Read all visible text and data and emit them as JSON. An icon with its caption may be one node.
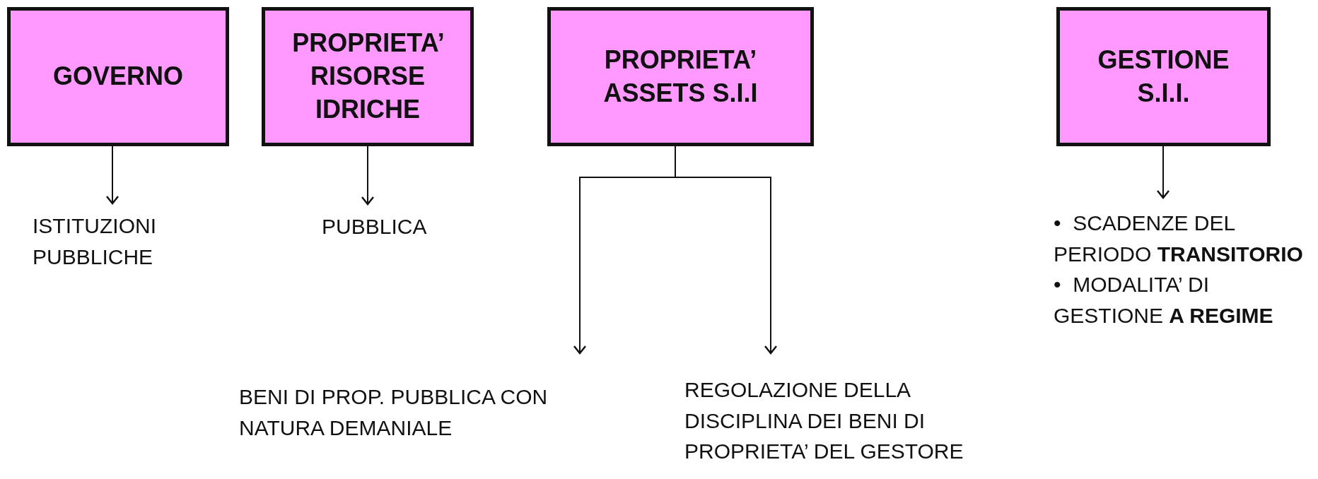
{
  "diagram": {
    "nodes": [
      {
        "text": [
          "GOVERNO"
        ]
      },
      {
        "text": [
          "PROPRIETA’ RISORSE IDRICHE"
        ]
      },
      {
        "text": [
          "PROPRIETA’ ASSETS S.I.I"
        ]
      },
      {
        "text": [
          "GESTIONE S.I.I."
        ]
      },
      {
        "text": [
          "ISTITUZIONI PUBBLICHE"
        ]
      },
      {
        "text": [
          "PUBBLICA"
        ]
      },
      {
        "text": [
          "BENI DI PROP. PUBBLICA CON NATURA DEMANIALE"
        ]
      },
      {
        "text": [
          "REGOLAZIONE DELLA DISCIPLINA DEI BENI DI PROPRIETA’ DEL GESTORE"
        ]
      },
      {
        "text": [
          "•  SCADENZE DEL PERIODO **TRANSITORIO**",
          "•  MODALITA’ DI GESTIONE **A REGIME**"
        ]
      }
    ],
    "edges": [
      {
        "from": 0,
        "to": 4,
        "arrow": "to"
      },
      {
        "from": 1,
        "to": 5,
        "arrow": "to"
      },
      {
        "from": 2,
        "to": 6,
        "arrow": "to"
      },
      {
        "from": 2,
        "to": 7,
        "arrow": "to"
      },
      {
        "from": 3,
        "to": 8,
        "arrow": "to"
      }
    ]
  }
}
